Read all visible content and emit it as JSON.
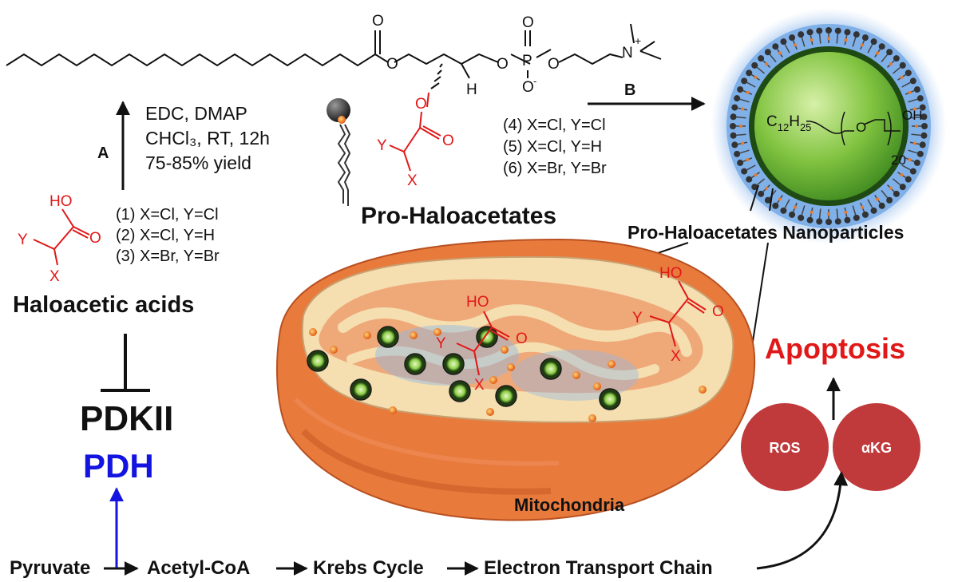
{
  "step_a": {
    "letter": "A",
    "reagents": [
      "EDC, DMAP",
      "CHCl₃, RT, 12h",
      "75-85% yield"
    ]
  },
  "step_b": {
    "letter": "B"
  },
  "acids": {
    "conditions": [
      "(1) X=Cl, Y=Cl",
      "(2) X=Cl, Y=H",
      "(3) X=Br, Y=Br"
    ],
    "label": "Haloacetic acids"
  },
  "prodrugs": {
    "conditions": [
      "(4) X=Cl, Y=Cl",
      "(5) X=Cl, Y=H",
      "(6) X=Br, Y=Br"
    ],
    "label": "Pro-Haloacetates"
  },
  "nanoparticle": {
    "label": "Pro-Haloacetates Nanoparticles",
    "core_formula": {
      "c": "C",
      "c_sub": "12",
      "h": "H",
      "h_sub": "25",
      "o": "O",
      "oh": "OH",
      "repeat": "20"
    }
  },
  "structure_atoms": {
    "carbonyl_o": "O",
    "ester_o": "O",
    "h": "H",
    "phosphate_o1": "O",
    "phosphate_o2": "O",
    "p": "P",
    "o_top": "O",
    "o_minus": "O",
    "minus": "-",
    "n": "N",
    "plus": "+",
    "ester_o2": "O",
    "carbonyl_o2": "O",
    "ho": "HO",
    "x": "X",
    "y": "Y"
  },
  "targets": {
    "inhibited": "PDKII",
    "activated": "PDH"
  },
  "mitochondria": {
    "label": "Mitochondria"
  },
  "outcomes": {
    "ros": "ROS",
    "akg": "αKG",
    "apoptosis": "Apoptosis"
  },
  "pathway": [
    "Pyruvate",
    "Acetyl-CoA",
    "Krebs Cycle",
    "Electron Transport Chain"
  ],
  "colors": {
    "red": "#e01818",
    "blue": "#1414e0",
    "circle": "#c0393b",
    "mito_outer": "#e87a3c",
    "mito_inner": "#f5deb0",
    "sphere": "#7cc43f",
    "halo": "#8fb6e6"
  }
}
